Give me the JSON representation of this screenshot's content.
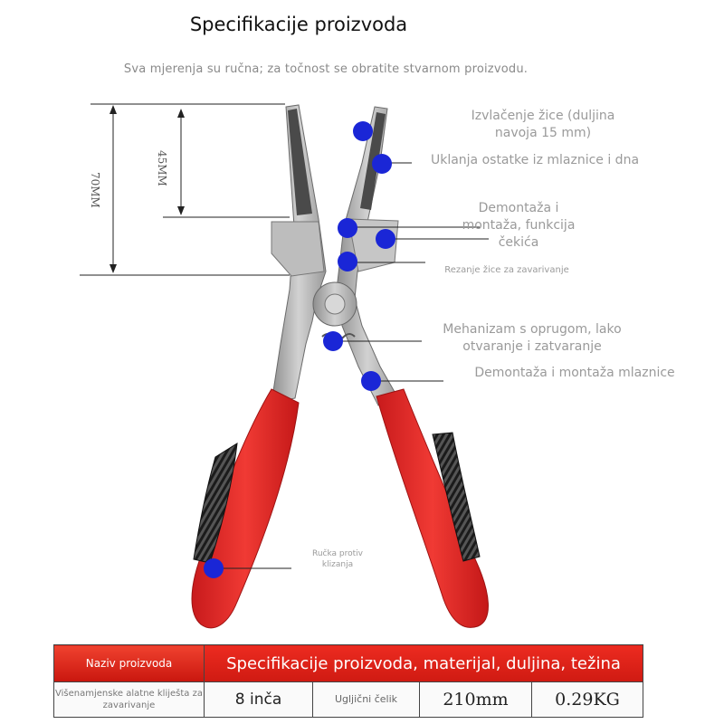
{
  "header": {
    "title": "Specifikacije proizvoda",
    "subtitle": "Sva mjerenja su ručna; za točnost se obratite stvarnom proizvodu."
  },
  "dimensions": {
    "total_length": "70MM",
    "tip_length": "45MM"
  },
  "callouts": {
    "wire_pull": "Izvlačenje žice (duljina navoja 15 mm)",
    "nozzle_clean": "Uklanja ostatke iz mlaznice i dna",
    "disassembly": "Demontaža i montaža, funkcija čekića",
    "wire_cut": "Rezanje žice za zavarivanje",
    "spring": "Mehanizam s oprugom, lako otvaranje i zatvaranje",
    "nozzle_mount": "Demontaža i montaža mlaznice",
    "handle": "Ručka protiv klizanja"
  },
  "table": {
    "header": {
      "name_label": "Naziv proizvoda",
      "specs_label": "Specifikacije proizvoda, materijal, duljina, težina"
    },
    "row": {
      "name": "Višenamjenske alatne kliješta za zavarivanje",
      "size": "8 inča",
      "material": "Ugljični čelik",
      "length": "210mm",
      "weight": "0.29KG"
    }
  },
  "colors": {
    "marker": "#1a26d6",
    "handle_red": "#e0282a",
    "table_red": "#e0241c",
    "steel": "#b9b9b9"
  }
}
